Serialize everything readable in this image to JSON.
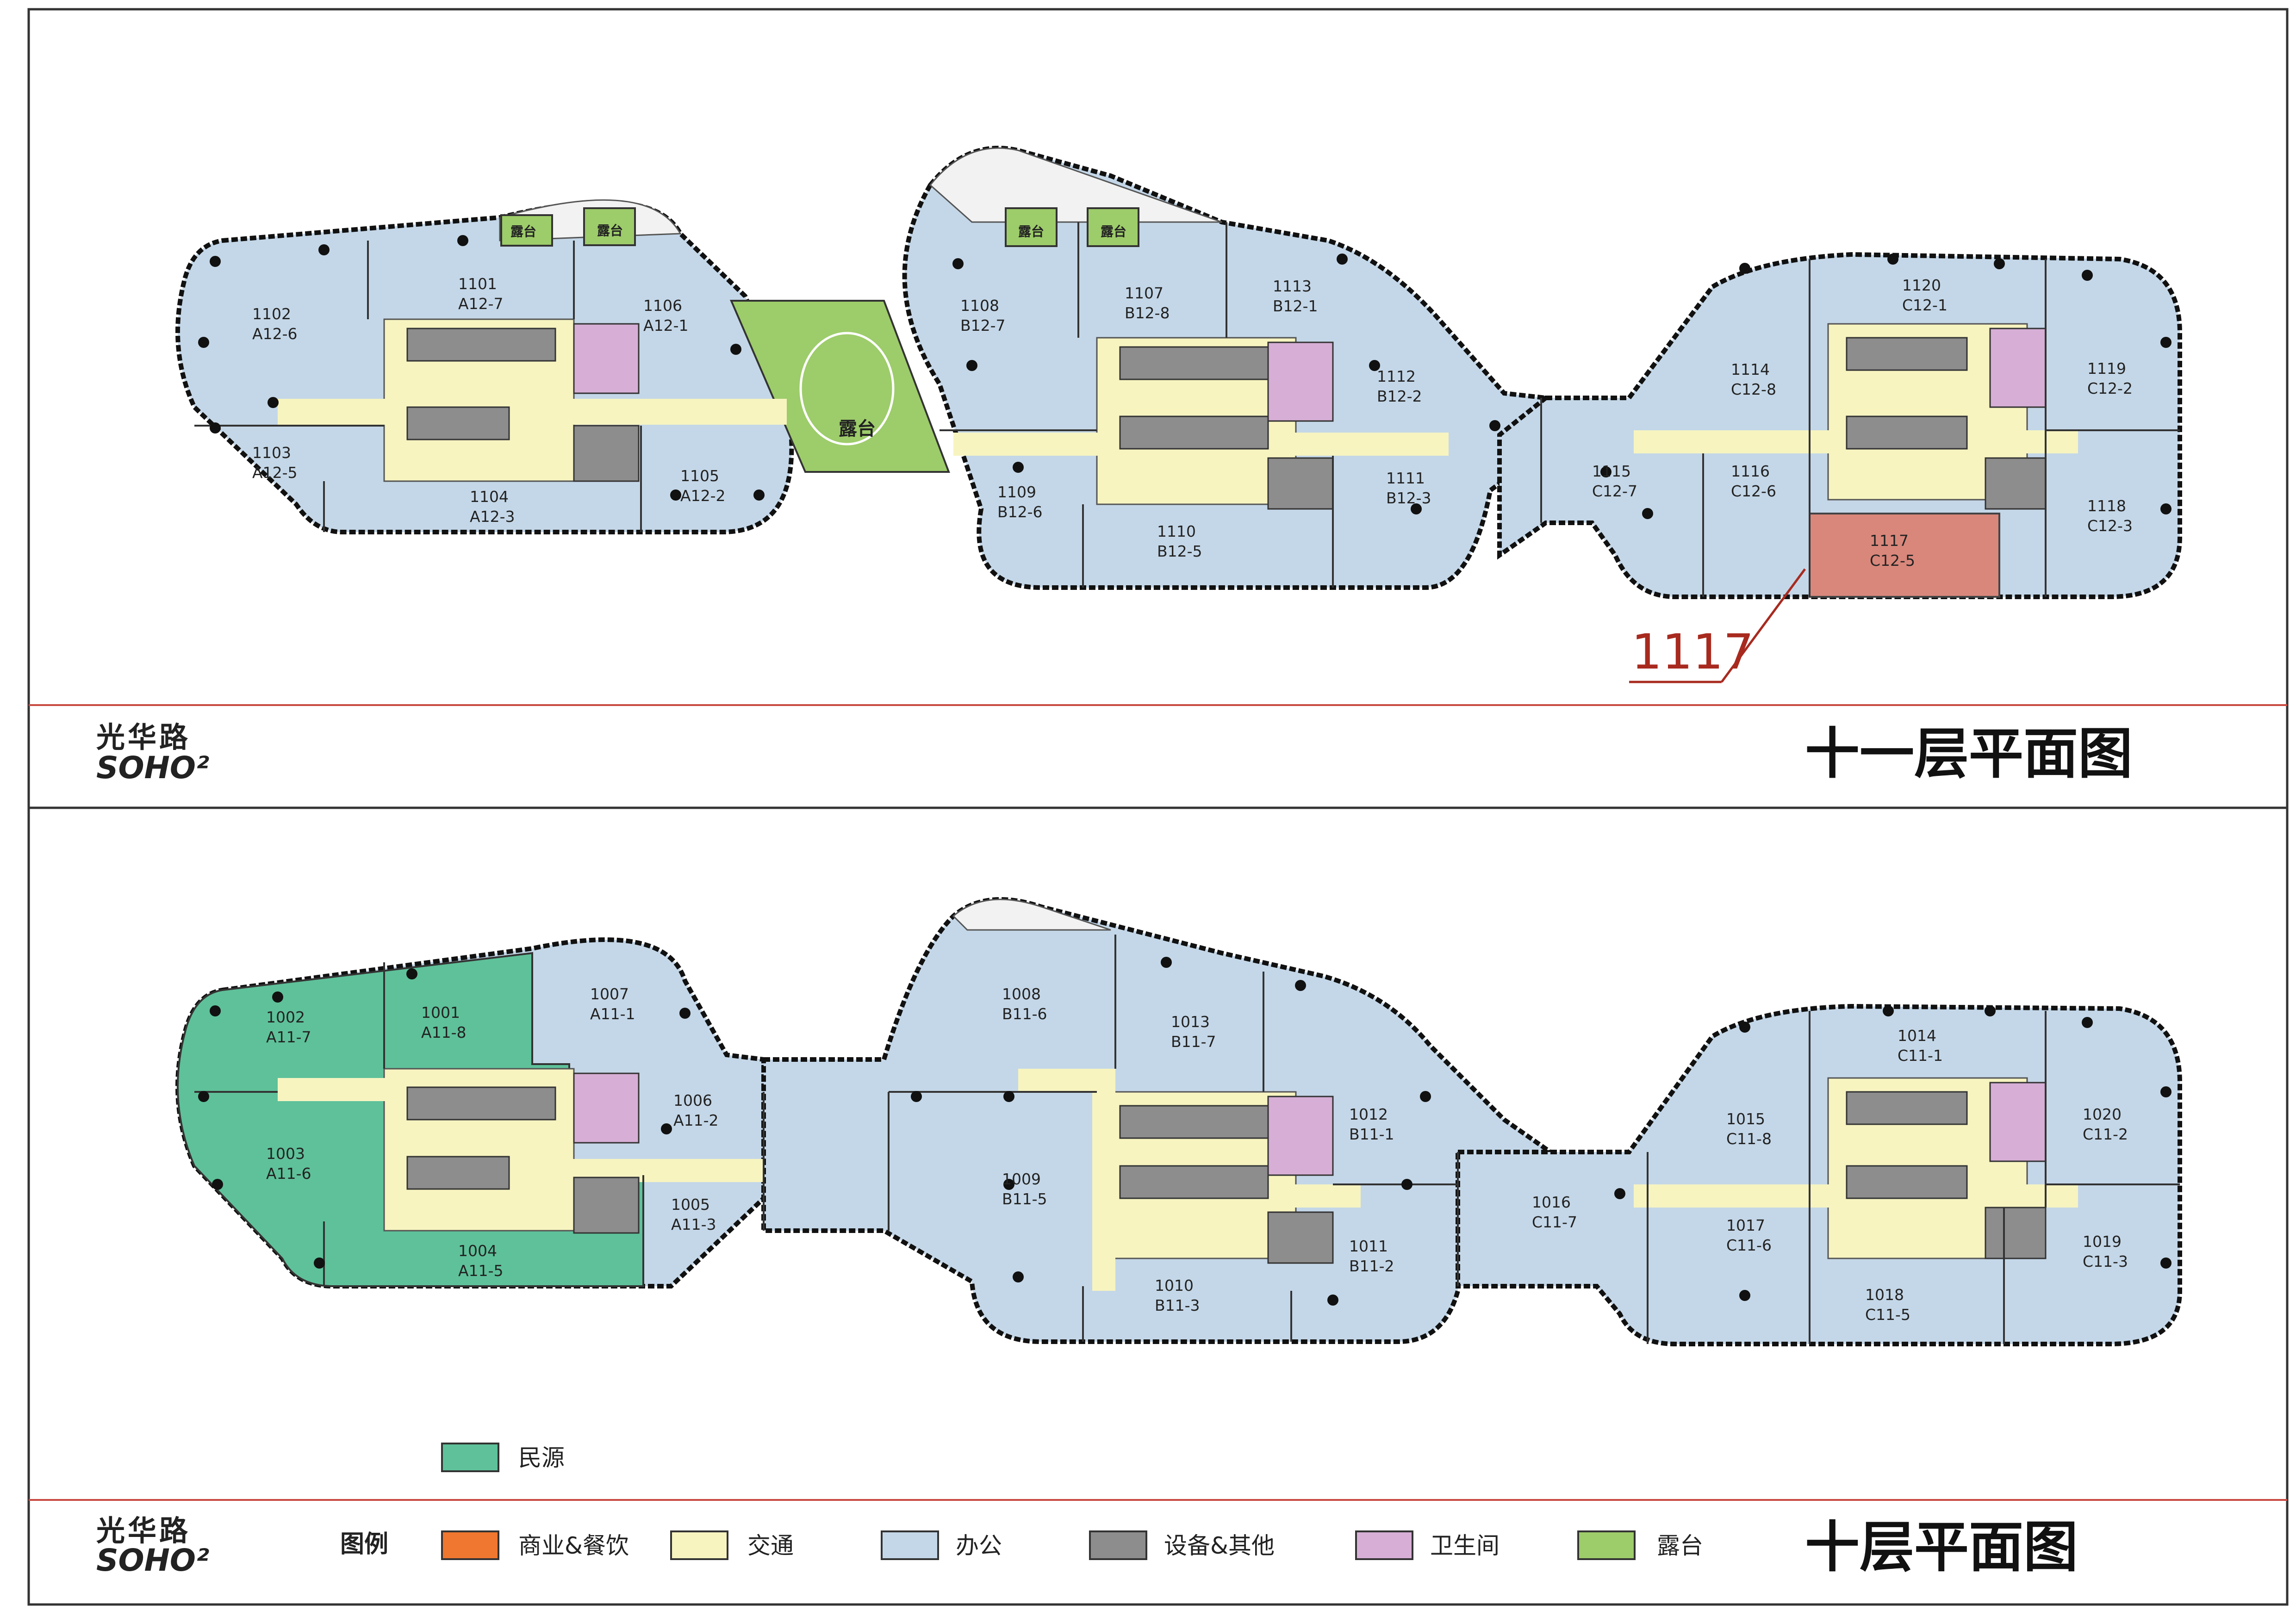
{
  "colors": {
    "commercial": "#f0772f",
    "circulation": "#f7f4c0",
    "office": "#c4d7e8",
    "equipment": "#8d8d8d",
    "restroom": "#d7afd6",
    "terrace": "#9dcc6a",
    "minyuan": "#5ec19a",
    "highlight": "#d9877b",
    "redline": "#c94a41",
    "callout": "#a82a1f"
  },
  "logo": {
    "cn": "光华路",
    "en": "SOHO²"
  },
  "floor11": {
    "title": "十一层平面图",
    "callout": "1117",
    "terraces": [
      "露台",
      "露台",
      "露台",
      "露台",
      "露台"
    ],
    "units": [
      {
        "num": "1101",
        "code": "A12-7"
      },
      {
        "num": "1102",
        "code": "A12-6"
      },
      {
        "num": "1103",
        "code": "A12-5"
      },
      {
        "num": "1104",
        "code": "A12-3"
      },
      {
        "num": "1105",
        "code": "A12-2"
      },
      {
        "num": "1106",
        "code": "A12-1"
      },
      {
        "num": "1107",
        "code": "B12-8"
      },
      {
        "num": "1108",
        "code": "B12-7"
      },
      {
        "num": "1109",
        "code": "B12-6"
      },
      {
        "num": "1110",
        "code": "B12-5"
      },
      {
        "num": "1111",
        "code": "B12-3"
      },
      {
        "num": "1112",
        "code": "B12-2"
      },
      {
        "num": "1113",
        "code": "B12-1"
      },
      {
        "num": "1114",
        "code": "C12-8"
      },
      {
        "num": "1115",
        "code": "C12-7"
      },
      {
        "num": "1116",
        "code": "C12-6"
      },
      {
        "num": "1117",
        "code": "C12-5"
      },
      {
        "num": "1118",
        "code": "C12-3"
      },
      {
        "num": "1119",
        "code": "C12-2"
      },
      {
        "num": "1120",
        "code": "C12-1"
      }
    ]
  },
  "floor10": {
    "title": "十层平面图",
    "units": [
      {
        "num": "1001",
        "code": "A11-8"
      },
      {
        "num": "1002",
        "code": "A11-7"
      },
      {
        "num": "1003",
        "code": "A11-6"
      },
      {
        "num": "1004",
        "code": "A11-5"
      },
      {
        "num": "1005",
        "code": "A11-3"
      },
      {
        "num": "1006",
        "code": "A11-2"
      },
      {
        "num": "1007",
        "code": "A11-1"
      },
      {
        "num": "1008",
        "code": "B11-6"
      },
      {
        "num": "1009",
        "code": "B11-5"
      },
      {
        "num": "1010",
        "code": "B11-3"
      },
      {
        "num": "1011",
        "code": "B11-2"
      },
      {
        "num": "1012",
        "code": "B11-1"
      },
      {
        "num": "1013",
        "code": "B11-7"
      },
      {
        "num": "1014",
        "code": "C11-1"
      },
      {
        "num": "1015",
        "code": "C11-8"
      },
      {
        "num": "1016",
        "code": "C11-7"
      },
      {
        "num": "1017",
        "code": "C11-6"
      },
      {
        "num": "1018",
        "code": "C11-5"
      },
      {
        "num": "1019",
        "code": "C11-3"
      },
      {
        "num": "1020",
        "code": "C11-2"
      }
    ]
  },
  "legend": {
    "title": "图例",
    "minyuan": "民源",
    "items": [
      {
        "label": "商业&餐饮"
      },
      {
        "label": "交通"
      },
      {
        "label": "办公"
      },
      {
        "label": "设备&其他"
      },
      {
        "label": "卫生间"
      },
      {
        "label": "露台"
      }
    ]
  }
}
